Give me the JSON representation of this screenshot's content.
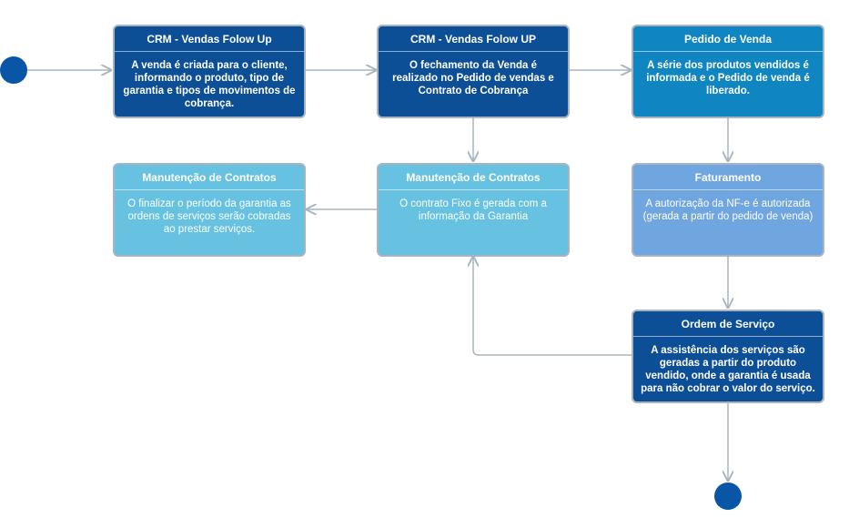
{
  "colors": {
    "dark_blue": "#0d4f96",
    "teal": "#0f85c1",
    "light_blue": "#66c2e0",
    "mid_blue": "#6fa6df",
    "connector": "#a8b4bf",
    "terminal": "#0a56a6"
  },
  "nodes": {
    "crm1": {
      "title": "CRM - Vendas Folow Up",
      "body": "A venda é criada para o cliente, informando o produto, tipo de garantia e tipos de movimentos de cobrança."
    },
    "crm2": {
      "title": "CRM - Vendas Folow UP",
      "body": "O fechamento da Venda é realizado no Pedido de vendas e Contrato de Cobrança"
    },
    "pedido": {
      "title": "Pedido de Venda",
      "body": "A série dos produtos vendidos é informada e o Pedido de venda é liberado."
    },
    "manut1": {
      "title": "Manutenção de Contratos",
      "body": "O finalizar o período da garantia as ordens de serviços serão cobradas ao prestar serviços."
    },
    "manut2": {
      "title": "Manutenção de Contratos",
      "body": "O contrato Fixo é gerada com a informação da Garantia"
    },
    "fat": {
      "title": "Faturamento",
      "body": "A autorização da NF-e é autorizada (gerada a partir do pedido de venda)"
    },
    "os": {
      "title": "Ordem de Serviço",
      "body": "A assistência dos serviços são geradas a partir do produto vendido, onde a garantia é usada para não cobrar o valor do serviço."
    }
  }
}
